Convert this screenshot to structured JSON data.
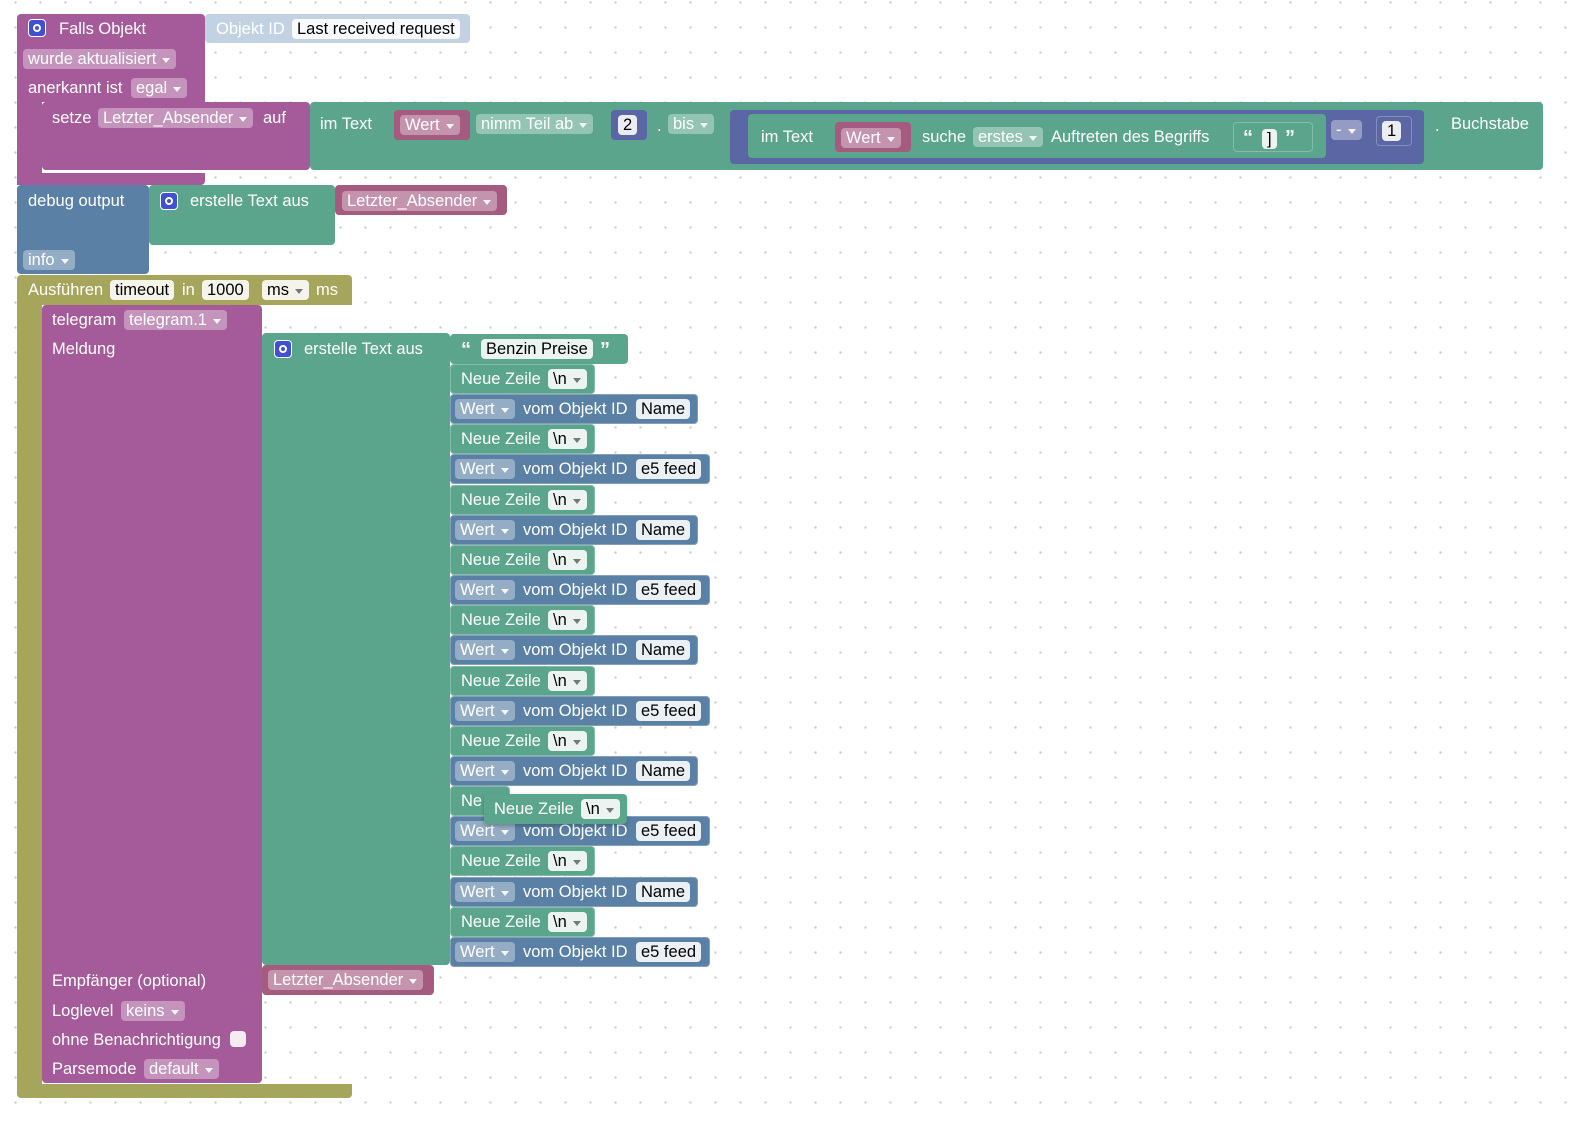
{
  "trigger": {
    "title": "Falls Objekt",
    "object_id_label": "Objekt ID",
    "object_id_value": "Last received request",
    "event": "wurde aktualisiert",
    "ack_label": "anerkannt ist",
    "ack_value": "egal"
  },
  "set_var": {
    "label": "setze",
    "var": "Letzter_Absender",
    "to": "auf",
    "in_text": "im Text",
    "wert": "Wert",
    "take_part": "nimm Teil ab",
    "num2": "2",
    "dot": ".",
    "bis": "bis",
    "inner_in_text": "im Text",
    "inner_wert": "Wert",
    "search": "suche",
    "first": "erstes",
    "occurrence": "Auftreten des Begriffs",
    "bracket": "]",
    "minus": "-",
    "num1": "1",
    "dot2": ".",
    "letter": "Buchstabe"
  },
  "debug": {
    "label": "debug output",
    "create_text": "erstelle Text aus",
    "var": "Letzter_Absender",
    "level": "info"
  },
  "timeout": {
    "label": "Ausführen",
    "name": "timeout",
    "in": "in",
    "value": "1000",
    "unit_dd": "ms",
    "unit": "ms"
  },
  "telegram": {
    "label": "telegram",
    "instance": "telegram.1",
    "message": "Meldung",
    "create_text": "erstelle Text aus",
    "first_string": "Benzin Preise",
    "rows": [
      {
        "kind": "nl",
        "label": "Neue Zeile",
        "value": "\\n"
      },
      {
        "kind": "val",
        "wert": "Wert",
        "from": "vom Objekt ID",
        "id": "Name"
      },
      {
        "kind": "nl",
        "label": "Neue Zeile",
        "value": "\\n"
      },
      {
        "kind": "val",
        "wert": "Wert",
        "from": "vom Objekt ID",
        "id": "e5 feed"
      },
      {
        "kind": "nl",
        "label": "Neue Zeile",
        "value": "\\n"
      },
      {
        "kind": "val",
        "wert": "Wert",
        "from": "vom Objekt ID",
        "id": "Name"
      },
      {
        "kind": "nl",
        "label": "Neue Zeile",
        "value": "\\n"
      },
      {
        "kind": "val",
        "wert": "Wert",
        "from": "vom Objekt ID",
        "id": "e5 feed"
      },
      {
        "kind": "nl",
        "label": "Neue Zeile",
        "value": "\\n"
      },
      {
        "kind": "val",
        "wert": "Wert",
        "from": "vom Objekt ID",
        "id": "Name"
      },
      {
        "kind": "nl",
        "label": "Neue Zeile",
        "value": "\\n"
      },
      {
        "kind": "val",
        "wert": "Wert",
        "from": "vom Objekt ID",
        "id": "e5 feed"
      },
      {
        "kind": "nl",
        "label": "Neue Zeile",
        "value": "\\n"
      },
      {
        "kind": "val",
        "wert": "Wert",
        "from": "vom Objekt ID",
        "id": "Name"
      },
      {
        "kind": "nl",
        "label": "Ne",
        "value": ""
      },
      {
        "kind": "val",
        "wert": "Wert",
        "from": "vom Objekt ID",
        "id": "e5 feed"
      },
      {
        "kind": "nl",
        "label": "Neue Zeile",
        "value": "\\n"
      },
      {
        "kind": "val",
        "wert": "Wert",
        "from": "vom Objekt ID",
        "id": "Name"
      },
      {
        "kind": "nl",
        "label": "Neue Zeile",
        "value": "\\n"
      },
      {
        "kind": "val",
        "wert": "Wert",
        "from": "vom Objekt ID",
        "id": "e5 feed"
      }
    ],
    "dragged": {
      "label": "Neue Zeile",
      "value": "\\n"
    },
    "recipient_label": "Empfänger (optional)",
    "recipient_var": "Letzter_Absender",
    "loglevel_label": "Loglevel",
    "loglevel_value": "keins",
    "silent_label": "ohne Benachrichtigung",
    "parsemode_label": "Parsemode",
    "parsemode_value": "default"
  }
}
